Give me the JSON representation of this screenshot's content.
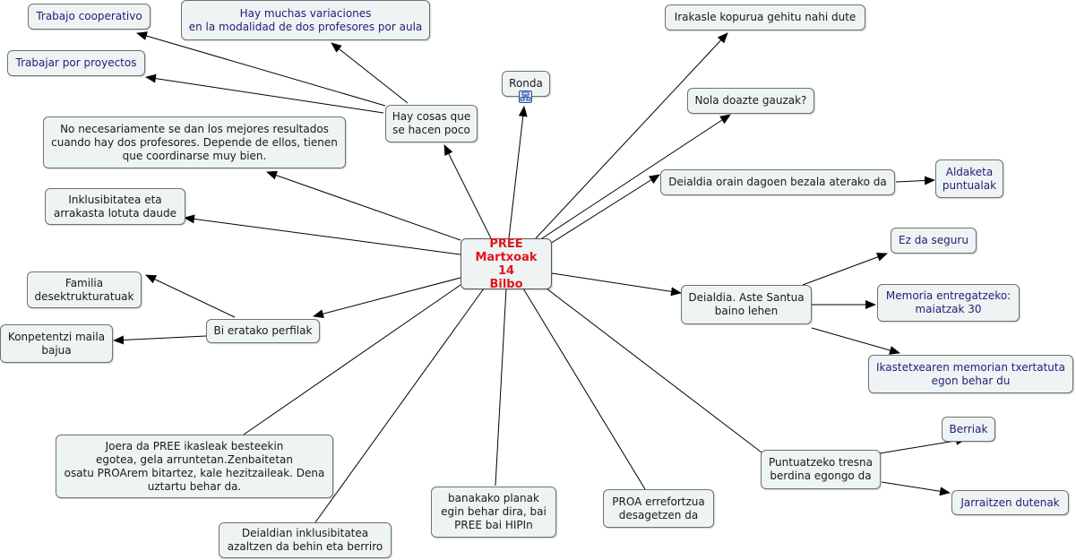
{
  "colors": {
    "node_bg": "#eef3f3",
    "node_border": "#6e7272",
    "root_text": "#e0161c",
    "blue_text": "#1f1f7a",
    "line": "#000000"
  },
  "nodes": {
    "root": "PREE\nMartxoak 14\nBilbo",
    "trabajo_cooperativo": "Trabajo cooperativo",
    "variaciones": "Hay muchas variaciones\nen la modalidad de dos profesores por aula",
    "proyectos": "Trabajar por proyectos",
    "cosas_poco": "Hay cosas que\nse hacen poco",
    "no_necesariamente": "No necesariamente se dan los mejores resultados\ncuando hay dos profesores. Depende de ellos, tienen\nque coordinarse muy bien.",
    "inklusibitatea": "Inklusibitatea eta\narrakasta lotuta daude",
    "familia": "Familia\ndesektrukturatuak",
    "bi_eratako": "Bi eratako perfilak",
    "konpetentzi": "Konpetentzi maila\nbajua",
    "joera": "Joera da PREE ikasleak besteekin\negotea, gela arruntetan.Zenbaitetan\nosatu PROArem bitartez, kale hezitzaileak. Dena\nuztartu behar da.",
    "dealdian_inklus": "Deialdian inklusibitatea\nazaltzen da behin eta berriro",
    "banakako": "banakako planak\negin behar dira, bai\nPREE bai HIPIn",
    "proa": "PROA errefortzua\ndesagetzen da",
    "ronda": "Ronda",
    "irakasle": "Irakasle kopurua gehitu nahi dute",
    "nola": "Nola doazte gauzak?",
    "deialdia_orain": "Deialdia orain dagoen bezala aterako da",
    "aldaketa": "Aldaketa\npuntualak",
    "deialdia_aste": "Deialdia. Aste Santua\nbaino lehen",
    "ez_seguru": "Ez da seguru",
    "memoria": "Memoria entregatzeko:\nmaiatzak 30",
    "ikastetxe": "Ikastetxearen memorian txertatuta\negon behar du",
    "puntuatzeko": "Puntuatzeko tresna\nberdina egongo da",
    "berriak": "Berriak",
    "jarraitzen": "Jarraitzen dutenak"
  },
  "icons": {
    "ronda_resource": "document-link-icon"
  }
}
